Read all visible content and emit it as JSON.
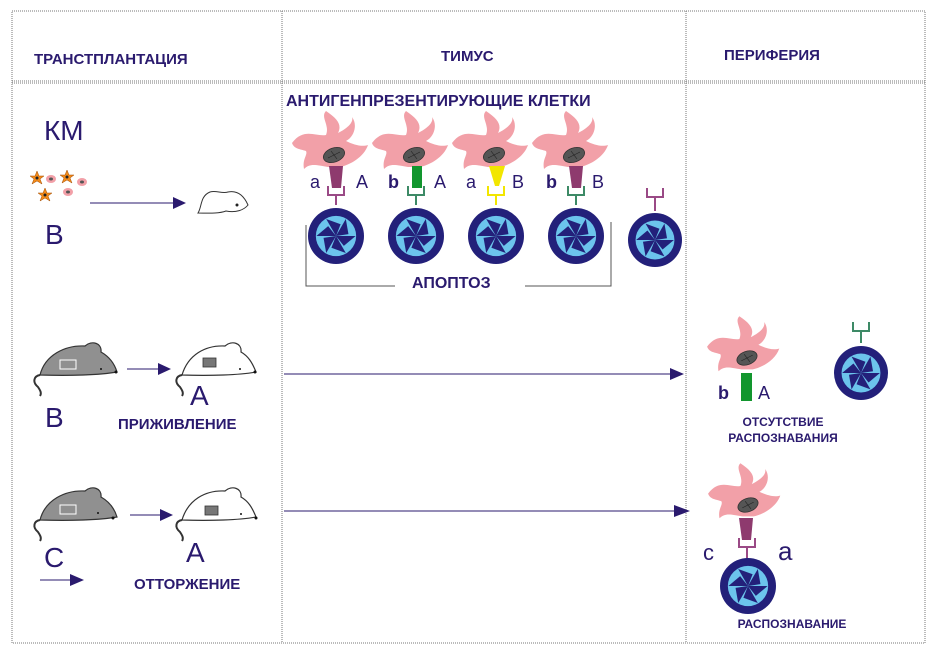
{
  "headers": {
    "transplantation": "ТРАНСТПЛАНТАЦИЯ",
    "thymus": "ТИМУС",
    "periphery": "ПЕРИФЕРИЯ"
  },
  "left": {
    "km_label": "КМ",
    "km_donor": "В",
    "row2_donor": "В",
    "row2_recipient": "А",
    "row2_outcome": "ПРИЖИВЛЕНИЕ",
    "row3_donor": "С",
    "row3_recipient": "А",
    "row3_outcome": "ОТТОРЖЕНИЕ"
  },
  "thymus": {
    "title": "АНТИГЕНПРЕЗЕНТИРУЮЩИЕ КЛЕТКИ",
    "apoptosis": "АПОПТОЗ",
    "cells": [
      {
        "left": "a",
        "right": "A",
        "mhc_color": "#8e3a6e",
        "tcr_color": "#9a4a86"
      },
      {
        "left": "b",
        "right": "A",
        "mhc_color": "#12962e",
        "tcr_color": "#3d8a66"
      },
      {
        "left": "a",
        "right": "B",
        "mhc_color": "#f2e600",
        "tcr_color": "#f2e600"
      },
      {
        "left": "b",
        "right": "B",
        "mhc_color": "#8e3a6e",
        "tcr_color": "#3d8a66"
      }
    ],
    "free_tcr_color": "#9a4a86"
  },
  "periphery": {
    "row2_left": "b",
    "row2_right": "A",
    "row2_outcome_line1": "ОТСУТСТВИЕ",
    "row2_outcome_line2": "РАСПОЗНАВАНИЯ",
    "row3_left": "c",
    "row3_right": "a",
    "row3_outcome": "РАСПОЗНАВАНИЕ"
  },
  "colors": {
    "text": "#2a1a6e",
    "apc": "#f2a0a8",
    "nucleus": "#555555",
    "tcell_outer": "#23207a",
    "tcell_inner": "#6cc4ec",
    "mouse_grey": "#909090",
    "green": "#12962e",
    "purple": "#8e3a6e"
  }
}
